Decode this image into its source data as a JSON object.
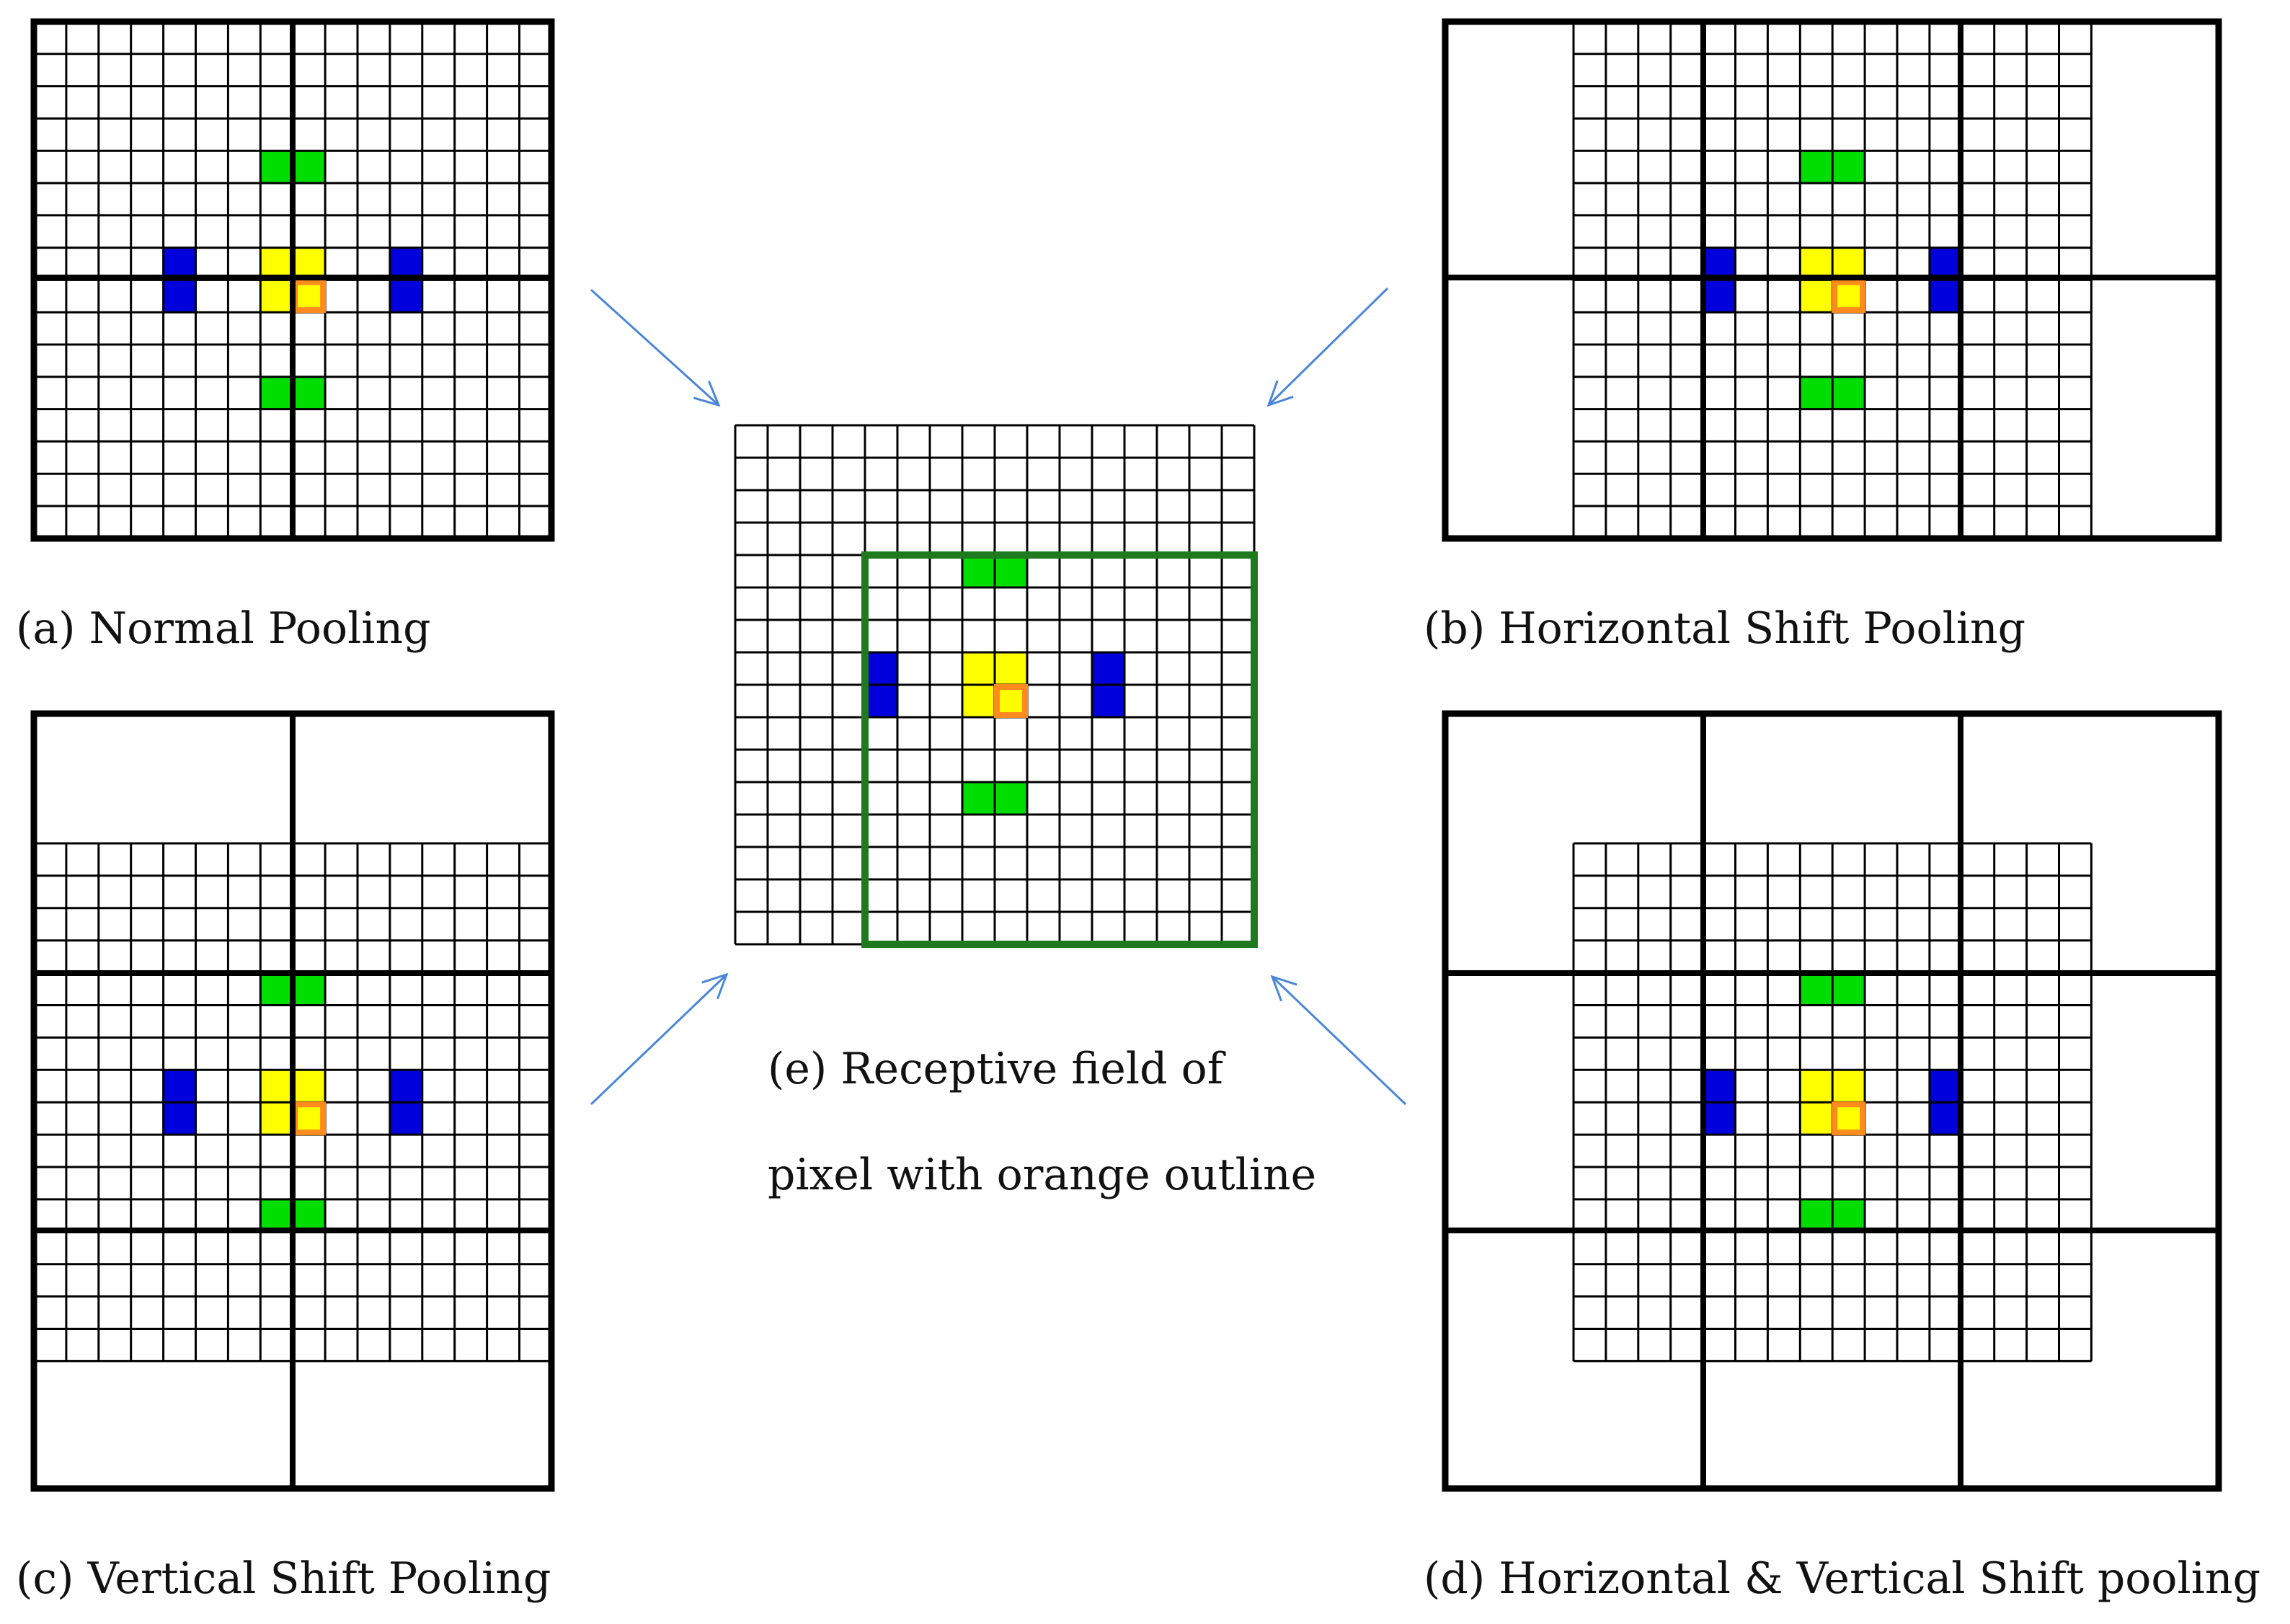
{
  "captions": {
    "a": "(a) Normal Pooling",
    "b": "(b) Horizontal Shift Pooling",
    "c": "(c) Vertical Shift Pooling",
    "d": "(d) Horizontal & Vertical Shift pooling",
    "e_line1": "(e) Receptive field of",
    "e_line2": "pixel with orange outline"
  },
  "grid": {
    "rows": 16,
    "cols": 16
  },
  "colors": {
    "grid_line": "#000000",
    "pool_line": "#000000",
    "yellow": "#ffff00",
    "green": "#00dd00",
    "blue": "#0000dd",
    "orange": "#ff8a1e",
    "receptive_field": "#1f7a1f",
    "arrow": "#4a86d8"
  }
}
